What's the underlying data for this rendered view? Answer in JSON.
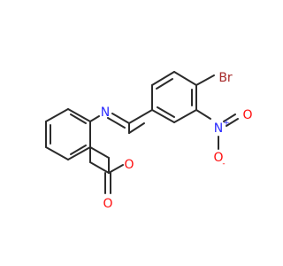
{
  "molecule": {
    "atoms": {
      "nitrogen_ring": {
        "symbol": "N",
        "color": "#2b2bff"
      },
      "oxygen_ring": {
        "symbol": "O",
        "color": "#ff0d0d"
      },
      "oxygen_carbonyl": {
        "symbol": "O",
        "color": "#ff0d0d"
      },
      "bromine": {
        "symbol": "Br",
        "color": "#a62929"
      },
      "nitrogen_nitro": {
        "symbol": "N",
        "charge": "+",
        "color": "#2b2bff"
      },
      "oxygen_nitro_top": {
        "symbol": "O",
        "color": "#ff0d0d"
      },
      "oxygen_nitro_bottom": {
        "symbol": "O",
        "charge": "-",
        "color": "#ff0d0d"
      }
    },
    "bond_color": "#2b2b2b"
  }
}
